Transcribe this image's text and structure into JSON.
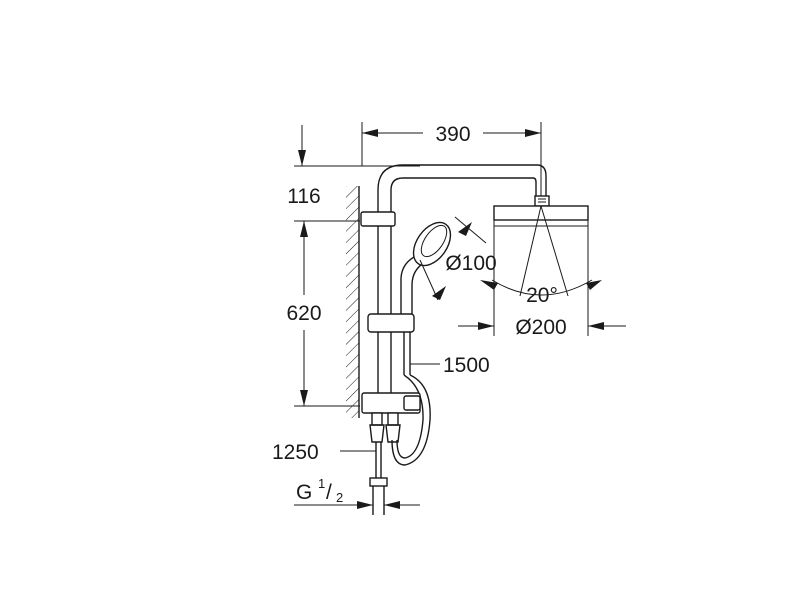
{
  "dimensions": {
    "arm_length": "390",
    "top_offset": "116",
    "rail_height": "620",
    "hand_shower_diameter": "Ø100",
    "spray_angle": "20°",
    "head_shower_diameter": "Ø200",
    "hose_length": "1500",
    "supply_length": "1250",
    "connection": {
      "letter": "G",
      "num": "1",
      "slash": "/",
      "den": "2"
    }
  },
  "colors": {
    "line": "#1a1a1a",
    "background": "#ffffff"
  }
}
